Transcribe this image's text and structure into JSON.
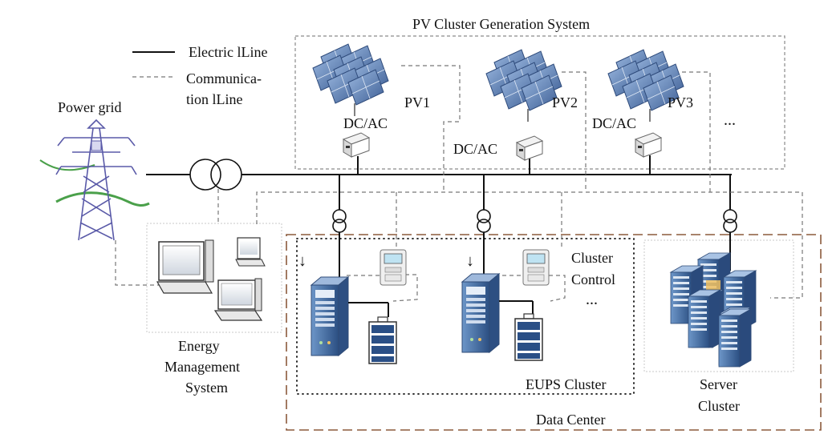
{
  "title": "PV Cluster Generation System",
  "legend": {
    "electric_line": "Electric lLine",
    "communication_line_1": "Communica-",
    "communication_line_2": "tion lLine"
  },
  "power_grid": "Power grid",
  "pv": {
    "pv1": "PV1",
    "pv2": "PV2",
    "pv3": "PV3",
    "ellipsis": "...",
    "inverter": "DC/AC"
  },
  "energy_management": {
    "line1": "Energy",
    "line2": "Management",
    "line3": "System"
  },
  "cluster_control": {
    "line1": "Cluster",
    "line2": "Control",
    "ellipsis": "..."
  },
  "eups_cluster": "EUPS Cluster",
  "server_cluster": {
    "line1": "Server",
    "line2": "Cluster"
  },
  "data_center": "Data Center",
  "colors": {
    "solar_cell": "#5b7fb5",
    "tower": "#6a6ab0",
    "grid_wave": "#4aa04a",
    "server": "#3f6fa8",
    "battery": "#2a4f86",
    "data_center_frame": "#8b5a3c"
  }
}
